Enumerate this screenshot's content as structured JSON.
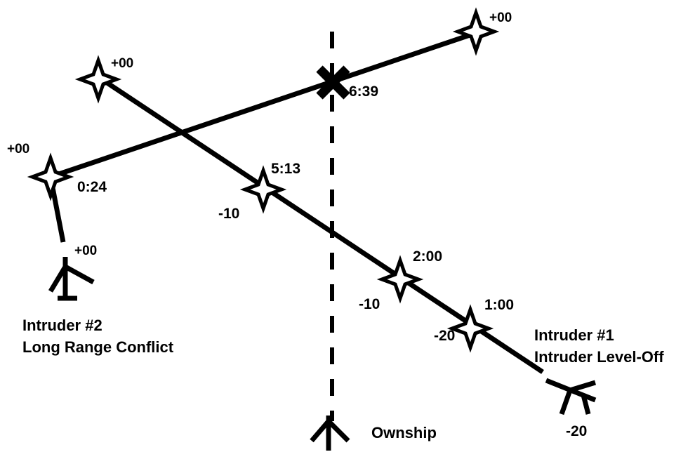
{
  "colors": {
    "line": "#000000",
    "background": "#ffffff"
  },
  "ownship": {
    "label": "Ownship",
    "icon": "aircraft-icon",
    "cpa_marker_icon": "x-mark-icon",
    "cpa_time": "6:39"
  },
  "intruder1": {
    "title": "Intruder #1",
    "subtitle": "Intruder Level-Off",
    "aircraft_alt": "-20",
    "waypoints": [
      {
        "time": "1:00",
        "alt": "-20"
      },
      {
        "time": "2:00",
        "alt": "-10"
      },
      {
        "time": "5:13",
        "alt": "-10"
      },
      {
        "time": "",
        "alt": "+00"
      }
    ]
  },
  "intruder2": {
    "title": "Intruder #2",
    "subtitle": "Long Range Conflict",
    "aircraft_alt": "+00",
    "waypoints": [
      {
        "time": "0:24",
        "alt": "+00"
      },
      {
        "time": "",
        "alt": "+00"
      }
    ]
  }
}
